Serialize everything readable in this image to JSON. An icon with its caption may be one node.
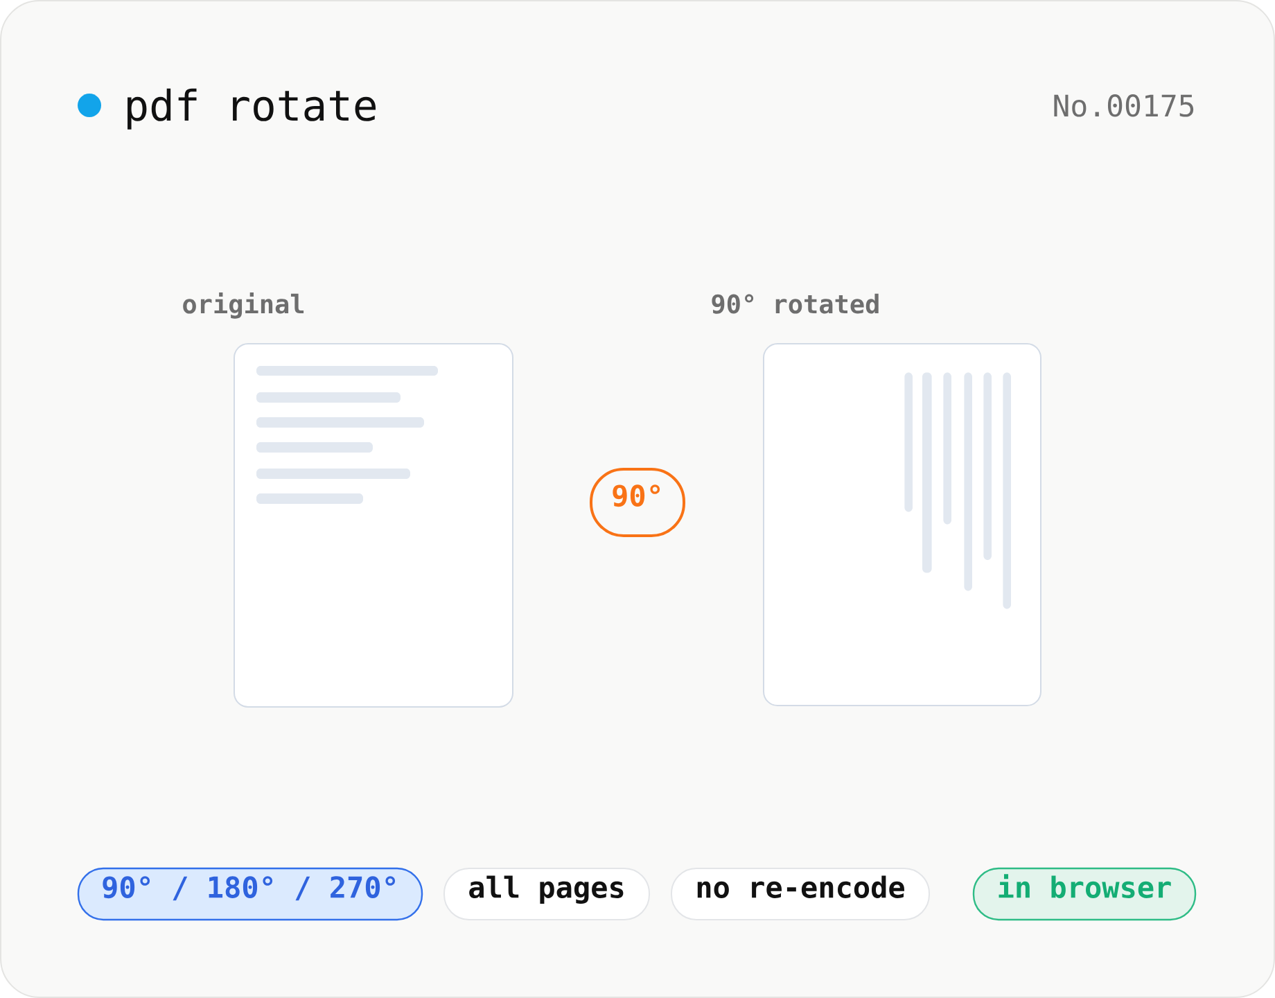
{
  "diagram": {
    "title": "pdf rotate",
    "nodes": [
      {
        "text": [
          "original"
        ]
      },
      {
        "text": [
          "90°"
        ]
      },
      {
        "text": [
          "90° rotated"
        ]
      },
      {
        "text": [
          "90° / 180° / 270°"
        ]
      },
      {
        "text": [
          "all pages"
        ]
      },
      {
        "text": [
          "no re-encode"
        ]
      },
      {
        "text": [
          "in browser"
        ]
      }
    ],
    "labels": [
      "No.00175"
    ]
  }
}
